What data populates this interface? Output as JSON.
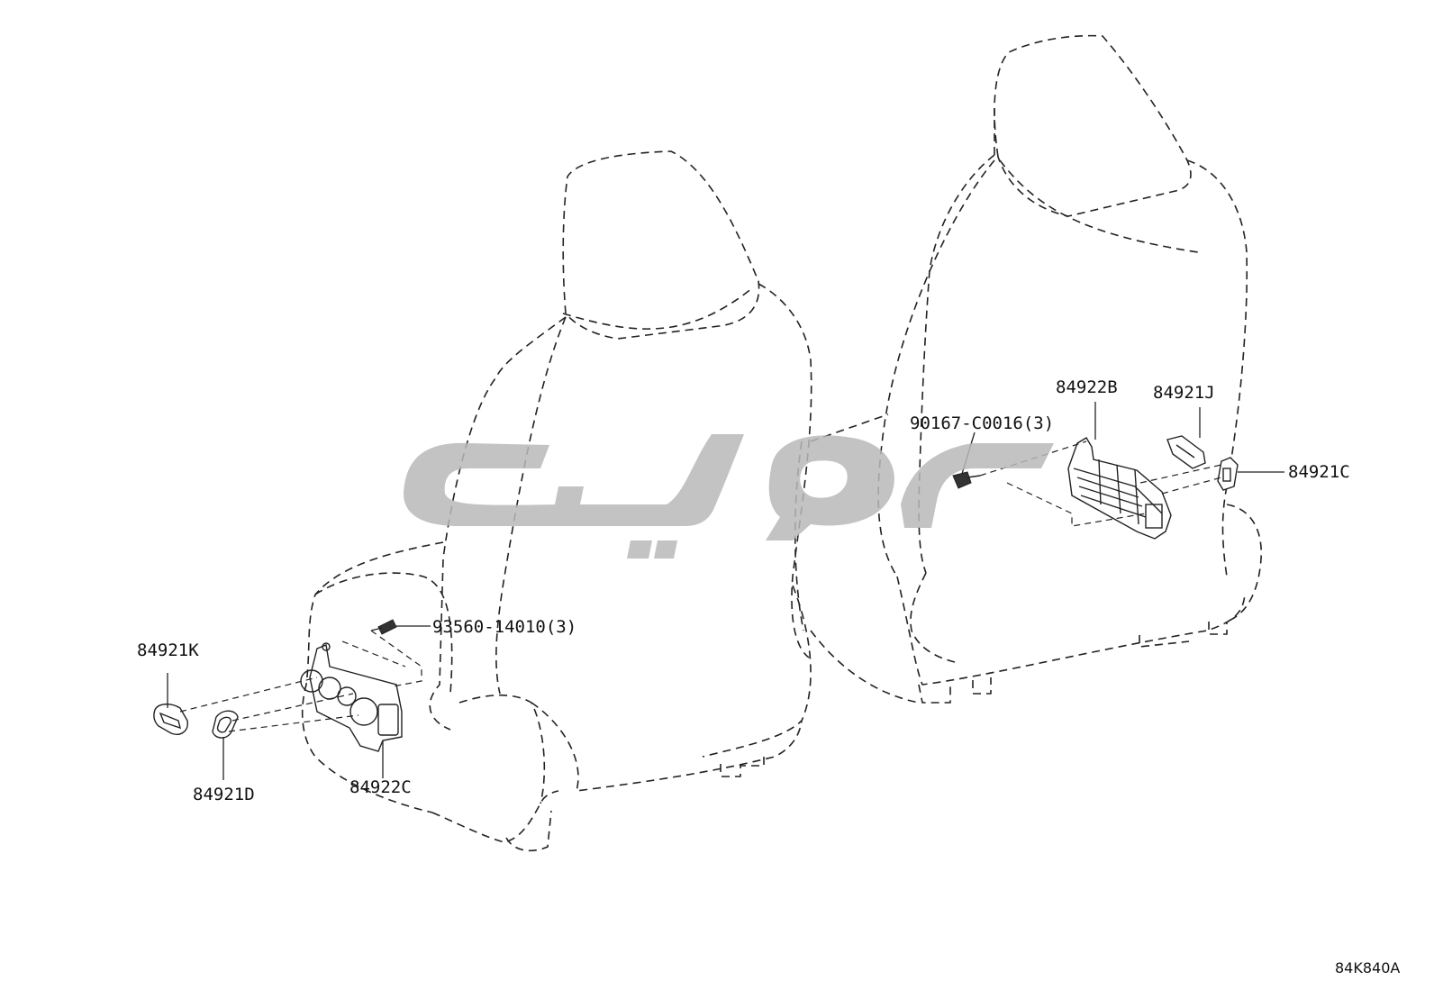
{
  "diagram": {
    "code": "84K840A",
    "watermark_color": "#b9b9b9",
    "callouts": [
      {
        "id": "84921K",
        "label": "84921K"
      },
      {
        "id": "84921D",
        "label": "84921D"
      },
      {
        "id": "84922C",
        "label": "84922C"
      },
      {
        "id": "93560-14010",
        "label": "93560-14010(3)"
      },
      {
        "id": "90167-C0016",
        "label": "90167-C0016(3)"
      },
      {
        "id": "84922B",
        "label": "84922B"
      },
      {
        "id": "84921J",
        "label": "84921J"
      },
      {
        "id": "84921C",
        "label": "84921C"
      }
    ]
  }
}
